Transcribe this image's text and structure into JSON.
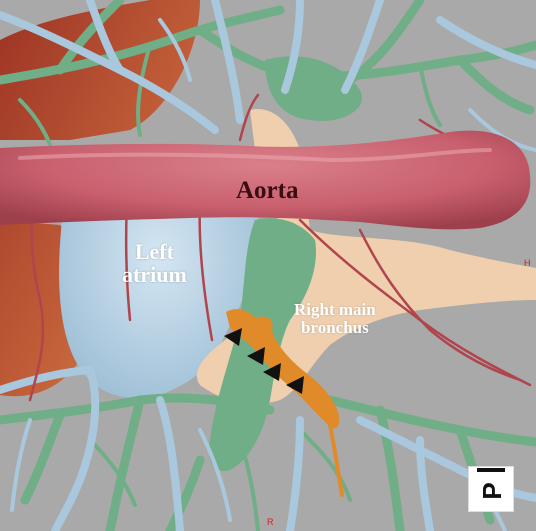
{
  "labels": {
    "aorta": "Aorta",
    "left_atrium_line1": "Left",
    "left_atrium_line2": "atrium",
    "right_main_bronchus_line1": "Right main",
    "right_main_bronchus_line2": "bronchus"
  },
  "markers": {
    "h": "H",
    "r": "R"
  },
  "orientation": {
    "letter": "P"
  },
  "arrowheads": {
    "count": 4,
    "color": "#111111"
  },
  "colors": {
    "background": "#a9a9a9",
    "aorta": "#c9606e",
    "left_atrium": "#b9d4e6",
    "pulmonary_veins": "#a9c8dd",
    "pulmonary_arteries": "#6fae86",
    "airway": "#efcfae",
    "bronchial_artery": "#e08a2a",
    "muscle_tissue": "#b4472c"
  }
}
